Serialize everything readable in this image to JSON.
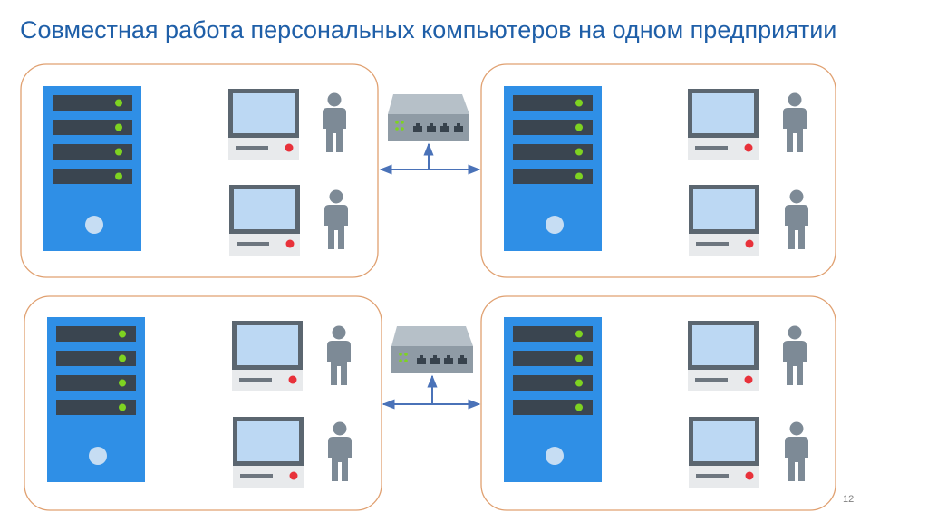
{
  "slide": {
    "title": "Совместная работа персональных компьютеров на одном предприятии",
    "page_number": "12"
  },
  "colors": {
    "title": "#1f5fa8",
    "group_border": "#e0a070",
    "server_body": "#2f8fe6",
    "server_bay": "#3a4550",
    "server_led": "#7ed321",
    "monitor_frame": "#5b6670",
    "monitor_screen": "#bcd8f3",
    "desk_unit": "#e8eaec",
    "power_led": "#e8313a",
    "person": "#7d8a96",
    "switch_body": "#9aa6b0",
    "link_line": "#4a72b8"
  },
  "icons": {
    "server": "server-icon",
    "workstation": "computer-icon",
    "user": "person-icon",
    "switch": "network-switch-icon",
    "link": "double-arrow-connector"
  }
}
